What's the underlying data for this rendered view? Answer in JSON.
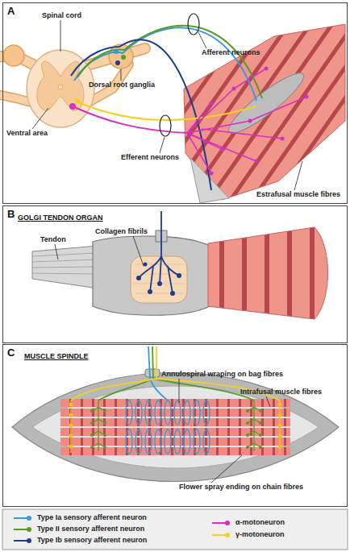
{
  "diagram": {
    "nodes": [
      {
        "text": [
          "A"
        ]
      },
      {
        "text": [
          "B",
          "GOLGI TENDON ORGAN"
        ]
      },
      {
        "text": [
          "C",
          "MUSCLE SPINDLE"
        ]
      }
    ],
    "labels": [
      "Spinal cord",
      "Dorsal root ganglia",
      "Afferent neurons",
      "Ventral area",
      "Efferent neurons",
      "Estrafusal muscle fibres",
      "Tendon",
      "Collagen fibrils",
      "Annulospiral wraping on bag fibres",
      "Intrafusal muscle fibres",
      "Flower spray ending on chain fibres"
    ],
    "legend": [
      {
        "text": "Type Ia sensory afferent neuron"
      },
      {
        "text": "Type II sensory afferent neuron"
      },
      {
        "text": "Type Ib sensory afferent neuron"
      },
      {
        "text": "α-motoneuron"
      },
      {
        "text": "γ-motoneuron"
      }
    ]
  }
}
